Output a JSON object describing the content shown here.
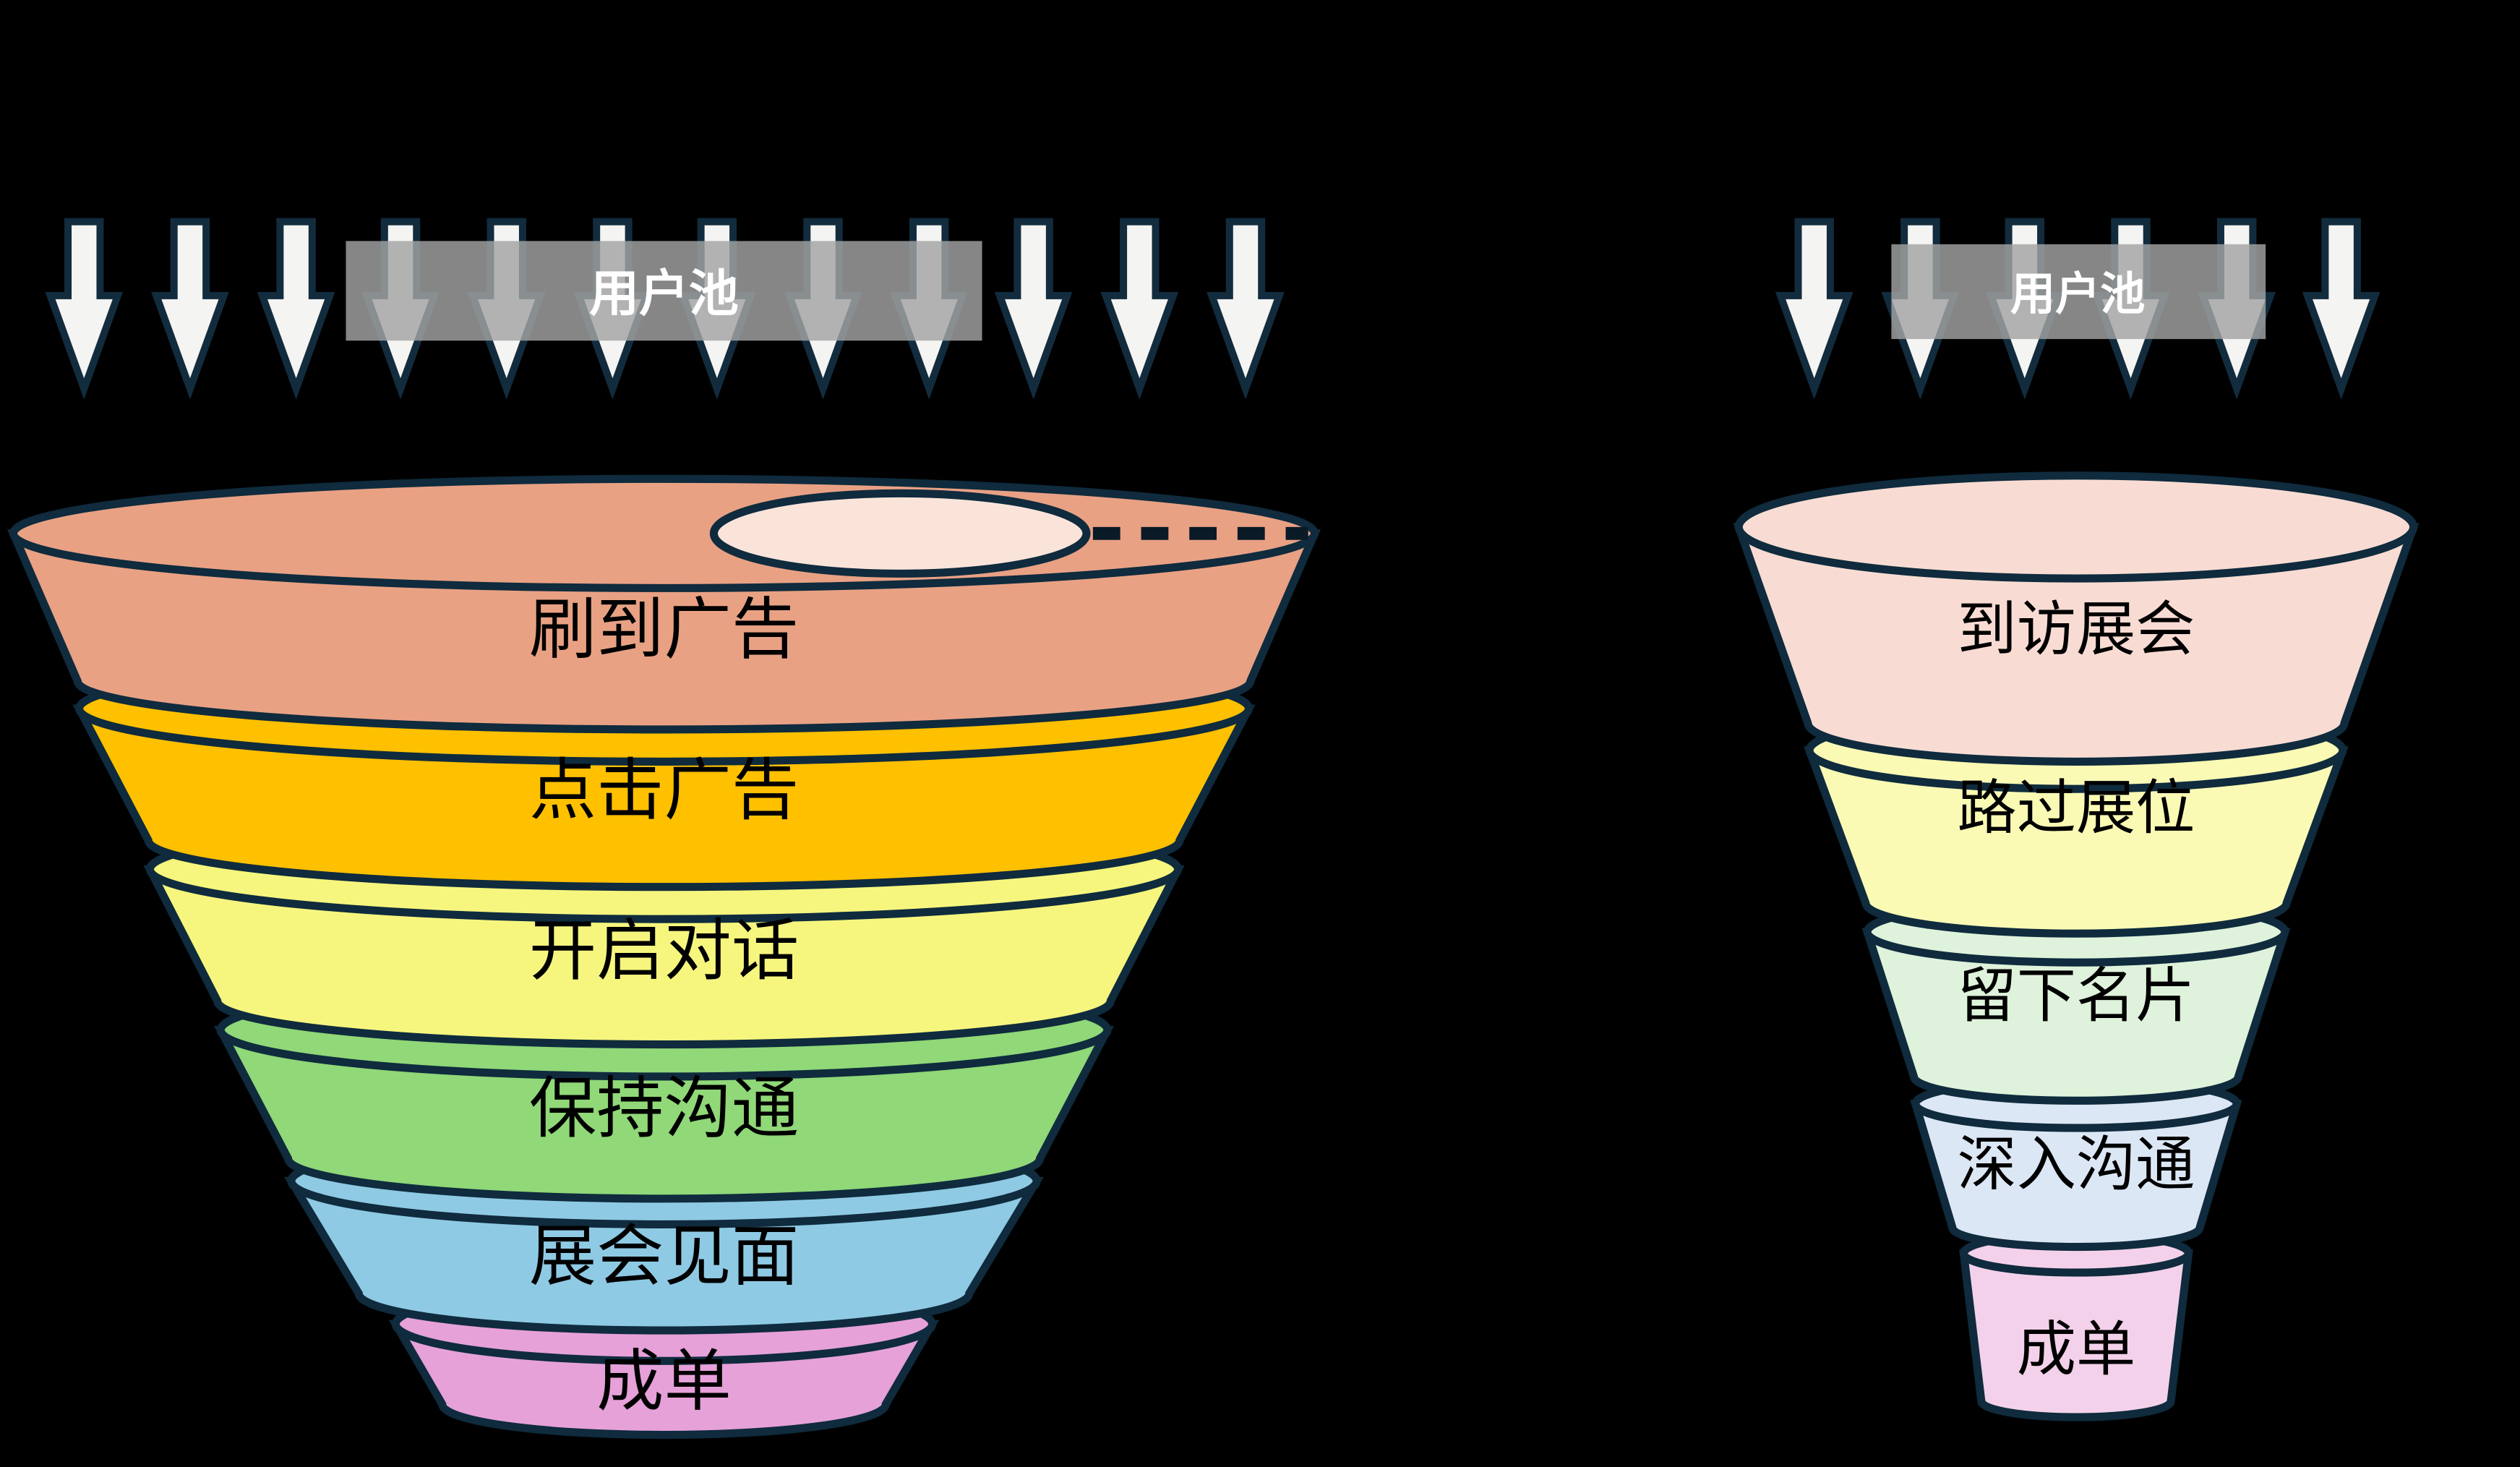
{
  "page": {
    "background": "#000000",
    "outline_color": "#0F2B3D",
    "arrow_fill": "#F4F4F2",
    "label_color": "#000000"
  },
  "banners": {
    "left": {
      "label": "用户池",
      "fill": "#A3A3A3",
      "text_color": "#FFFFFF"
    },
    "right": {
      "label": "用户池",
      "fill": "#A3A3A3",
      "text_color": "#FFFFFF"
    }
  },
  "funnels": {
    "left": {
      "opening_color": "#FAE4DA",
      "layers": [
        {
          "label": "刷到广告",
          "color": "#E9A184"
        },
        {
          "label": "点击广告",
          "color": "#FFC000"
        },
        {
          "label": "开启对话",
          "color": "#F6F67E"
        },
        {
          "label": "保持沟通",
          "color": "#90D878"
        },
        {
          "label": "展会见面",
          "color": "#8FCAE4"
        },
        {
          "label": "成单",
          "color": "#E6A1D9"
        }
      ]
    },
    "right": {
      "layers": [
        {
          "label": "到访展会",
          "color": "#F8DCD3"
        },
        {
          "label": "路过展位",
          "color": "#FAFAB5"
        },
        {
          "label": "留下名片",
          "color": "#DFF2DB"
        },
        {
          "label": "深入沟通",
          "color": "#DCE7F5"
        },
        {
          "label": "成单",
          "color": "#F4D1EA"
        }
      ]
    }
  }
}
